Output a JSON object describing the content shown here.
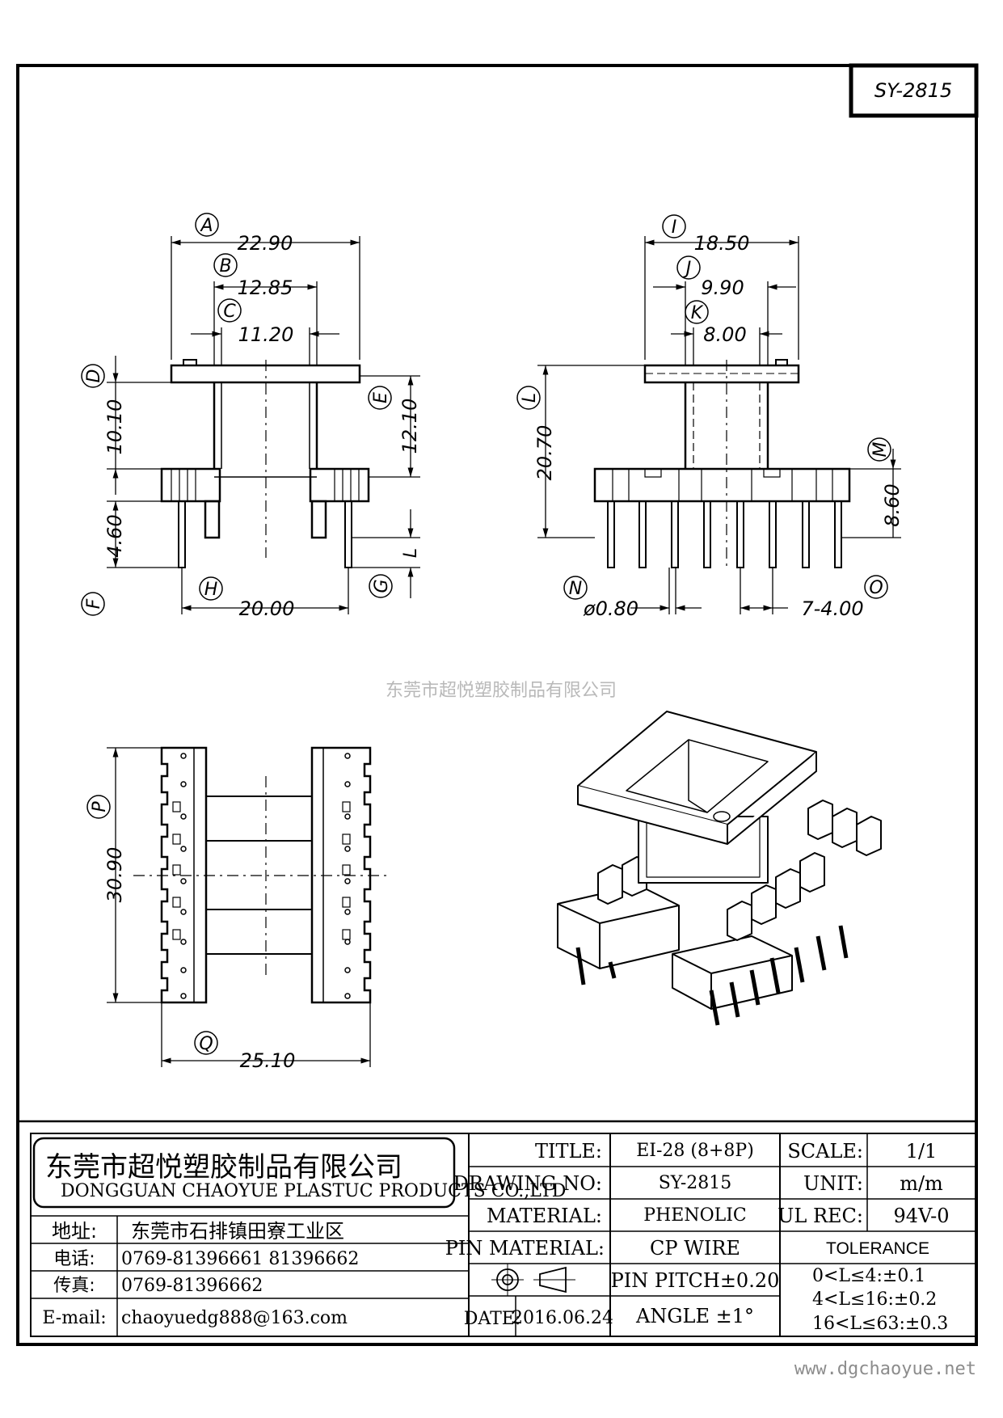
{
  "part_code": "SY-2815",
  "watermark_company": "东莞市超悦塑胶制品有限公司",
  "website": "www.dgchaoyue.net",
  "front_view": {
    "A": {
      "label": "A",
      "value": "22.90"
    },
    "B": {
      "label": "B",
      "value": "12.85"
    },
    "C": {
      "label": "C",
      "value": "11.20"
    },
    "D": {
      "label": "D"
    },
    "D_value": "10.10",
    "E": {
      "label": "E",
      "value": "12.10"
    },
    "F": {
      "label": "F",
      "value": "4.60"
    },
    "G": {
      "label": "G"
    },
    "L": {
      "label": "L"
    },
    "H": {
      "label": "H",
      "value": "20.00"
    }
  },
  "side_view": {
    "I": {
      "label": "I",
      "value": "18.50"
    },
    "J": {
      "label": "J",
      "value": "9.90"
    },
    "K": {
      "label": "K",
      "value": "8.00"
    },
    "L": {
      "label": "L",
      "value": "20.70"
    },
    "M": {
      "label": "M",
      "value": "8.60"
    },
    "N": {
      "label": "N",
      "value": "ø0.80"
    },
    "O": {
      "label": "O",
      "value": "7-4.00"
    }
  },
  "bottom_view": {
    "P": {
      "label": "P",
      "value": "30.90"
    },
    "Q": {
      "label": "Q",
      "value": "25.10"
    }
  },
  "title_block": {
    "company_cn": "东莞市超悦塑胶制品有限公司",
    "company_en": "DONGGUAN CHAOYUE PLASTUC PRODUCTS CO.,LTD",
    "address_label": "地址:",
    "address": "东莞市石排镇田寮工业区",
    "phone_label": "电话:",
    "phone": "0769-81396661  81396662",
    "fax_label": "传真:",
    "fax": "0769-81396662",
    "email_label": "E-mail:",
    "email": "chaoyuedg888@163.com",
    "title_label": "TITLE:",
    "title": "EI-28 (8+8P)",
    "drawing_no_label": "DRAWING NO:",
    "drawing_no": "SY-2815",
    "material_label": "MATERIAL:",
    "material": "PHENOLIC",
    "pin_material_label": "PIN MATERIAL:",
    "pin_material": "CP WIRE",
    "pin_pitch": "PIN PITCH±0.20",
    "date_label": "DATE:",
    "date": "2016.06.24",
    "angle": "ANGLE  ±1°",
    "scale_label": "SCALE:",
    "scale": "1/1",
    "unit_label": "UNIT:",
    "unit": "m/m",
    "ul_rec_label": "UL REC:",
    "ul_rec": "94V-0",
    "tolerance_label": "TOLERANCE",
    "tol_1": "0<L≤4:±0.1",
    "tol_2": "4<L≤16:±0.2",
    "tol_3": "16<L≤63:±0.3"
  }
}
